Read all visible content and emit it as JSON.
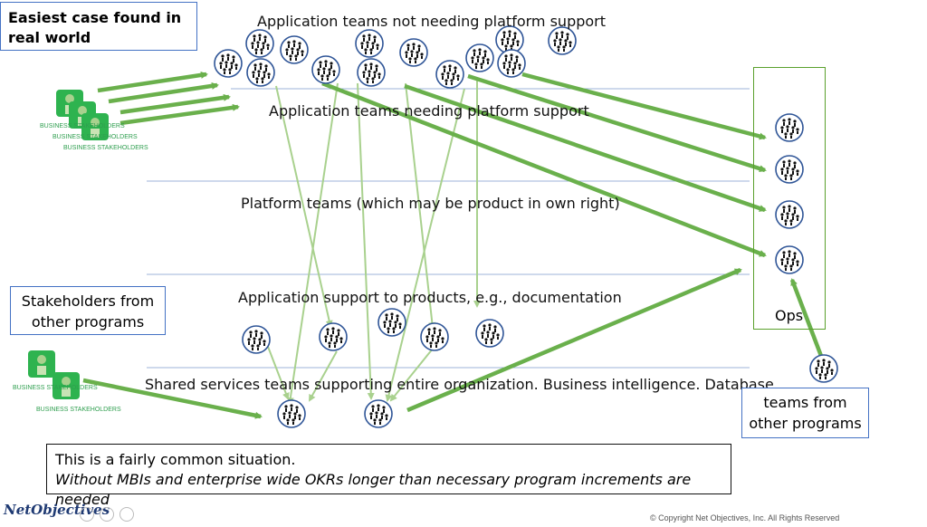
{
  "title_box": {
    "line1": "Easiest case found in",
    "line2": "real world"
  },
  "bands": [
    "Application teams not needing platform support",
    "Application teams needing platform support",
    "Platform teams (which may be product in own right)",
    "Application support to products, e.g., documentation",
    "Shared services teams supporting entire organization. Business intelligence. Database."
  ],
  "stakeholders_box": {
    "line1": "Stakeholders from",
    "line2": "other programs"
  },
  "teams_box": {
    "line1": "teams from",
    "line2": "other programs"
  },
  "ops_label": "Ops",
  "note": {
    "line1": "This is a fairly common situation.",
    "line2": "Without MBIs and enterprise wide OKRs longer than necessary program increments are needed"
  },
  "stakeholder_label": "BUSINESS STAKEHOLDERS",
  "logo": "NetObjectives",
  "copyright": "© Copyright Net Objectives, Inc. All Rights Reserved",
  "colors": {
    "arrow": "#6ab04c",
    "thin_arrow": "#a9d18e",
    "box_border": "#4472c4",
    "stakeholder": "#2eb34f"
  }
}
